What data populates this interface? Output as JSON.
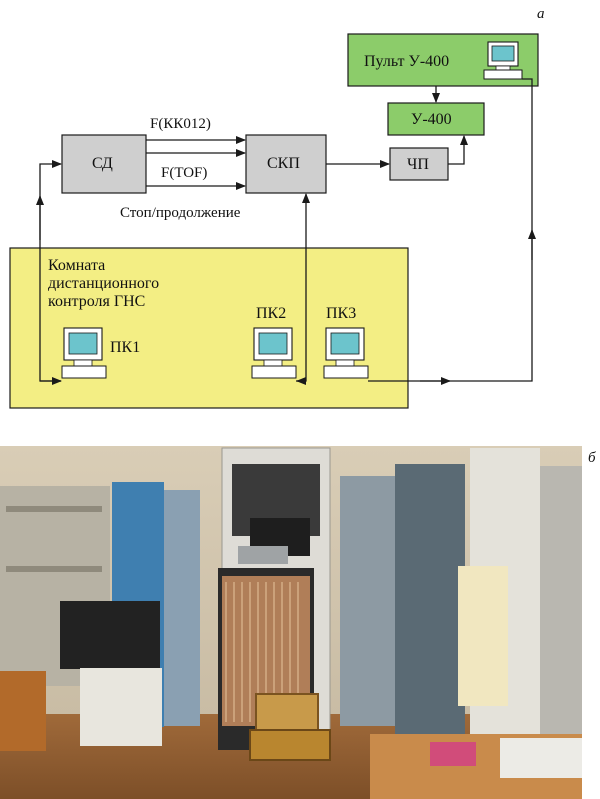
{
  "panels": {
    "a": "а",
    "b": "б"
  },
  "blocks": {
    "sd": "СД",
    "skp": "СКП",
    "chp": "ЧП",
    "u400": "У-400",
    "console": "Пульт У-400"
  },
  "signals": {
    "kk": "F(КК012)",
    "tof": "F(TOF)",
    "stop": "Стоп/продолжение"
  },
  "room": {
    "line1": "Комната",
    "line2": "дистанционного",
    "line3": "контроля ГНС"
  },
  "pcs": [
    "ПК1",
    "ПК2",
    "ПК3"
  ],
  "colors": {
    "gray_block": "#cfcfcf",
    "green_block": "#8ccc6a",
    "room_fill": "#f3ee84"
  }
}
